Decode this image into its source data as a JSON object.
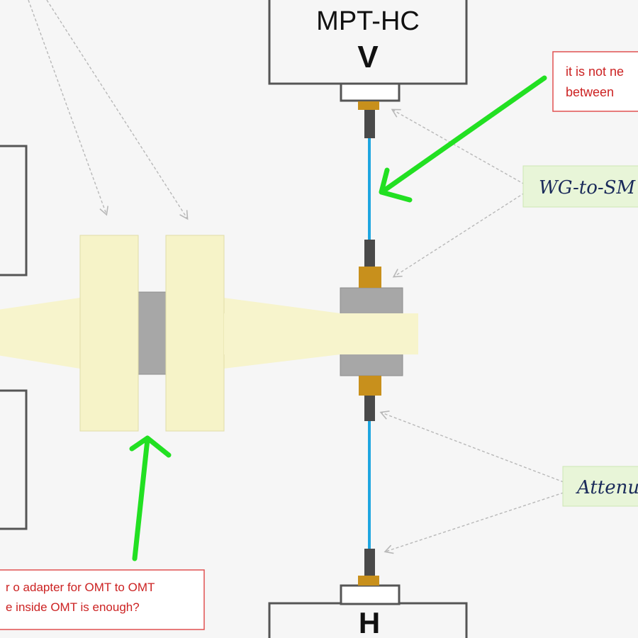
{
  "devices": {
    "top_device_name": "MPT-HC",
    "top_port_label": "V",
    "bottom_port_label": "H"
  },
  "callouts": {
    "top_right_note_line1": "it is not ne",
    "top_right_note_line2": "between",
    "bottom_left_note_line1": "r o adapter for OMT to OMT",
    "bottom_left_note_line2": "e inside OMT is enough?",
    "wg_label": "WG-to-SM",
    "atten_label": "Attenu"
  },
  "colors": {
    "flange": "#f6f3c8",
    "horn": "#f7f4cc",
    "gray_block": "#a7a7a7",
    "cable": "#1fa6e0",
    "connector_dark": "#4a4a4a",
    "connector_gold": "#c8901c",
    "green_arrow": "#22e022",
    "note_border": "#e05050",
    "note_text": "#cc2222",
    "green_label_bg": "#e8f5d8",
    "dashed_arrow": "#b8b8b8"
  }
}
